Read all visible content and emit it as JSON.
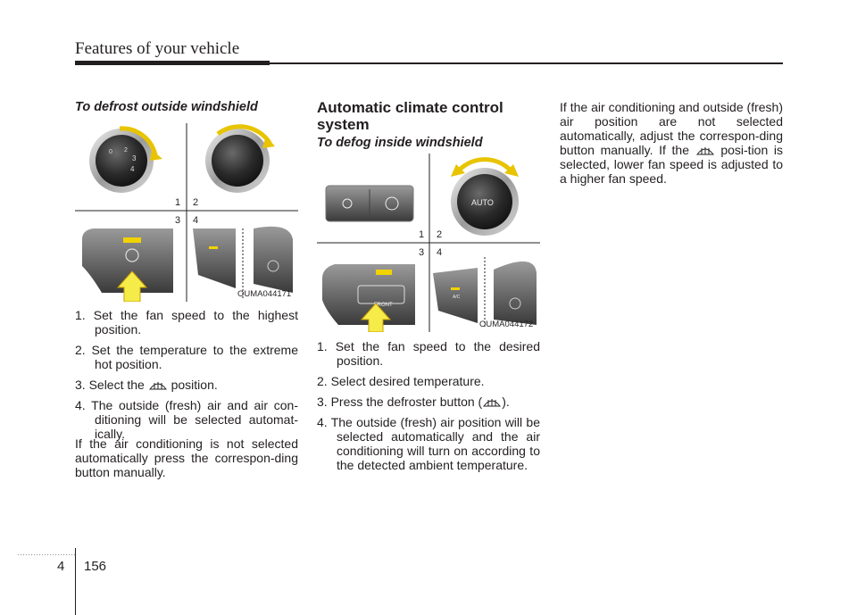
{
  "header": {
    "title": "Features of your vehicle"
  },
  "col1": {
    "heading": "To defrost outside windshield",
    "figure_code": "OUMA044171",
    "quad_labels": [
      "1",
      "2",
      "3",
      "4"
    ],
    "steps": [
      "1. Set the fan speed to the highest position.",
      "2. Set the temperature to the extreme hot position.",
      "3. Select the",
      "position.",
      "4. The outside (fresh) air and air con-ditioning will be selected automat-ically."
    ],
    "note": "If the air conditioning is not selected automatically press the correspon-ding button manually."
  },
  "col2": {
    "section_title": "Automatic climate control system",
    "heading": "To defog inside windshield",
    "figure_code": "OUMA044172",
    "quad_labels": [
      "1",
      "2",
      "3",
      "4"
    ],
    "knob_label": "AUTO",
    "button_label": "FRONT",
    "ac_label": "A/C",
    "steps": [
      "1. Set the fan speed to the desired position.",
      "2. Select desired temperature.",
      "3. Press the defroster button (",
      ").",
      "4. The outside (fresh) air position will be selected automatically and the air conditioning will turn on according to the detected ambient temperature."
    ]
  },
  "col3": {
    "para_a": "If the air conditioning and outside (fresh) air position are not selected automatically, adjust the correspon-ding button manually. If the",
    "para_b": "posi-tion is selected, lower fan speed is adjusted to a higher fan speed."
  },
  "footer": {
    "section": "4",
    "page": "156"
  },
  "colors": {
    "arrow_fill": "#f5ec4a",
    "arrow_stroke": "#c9a100",
    "knob_ring": "#8a8a8a",
    "panel": "#5a5a5a",
    "led": "#f2d200"
  }
}
